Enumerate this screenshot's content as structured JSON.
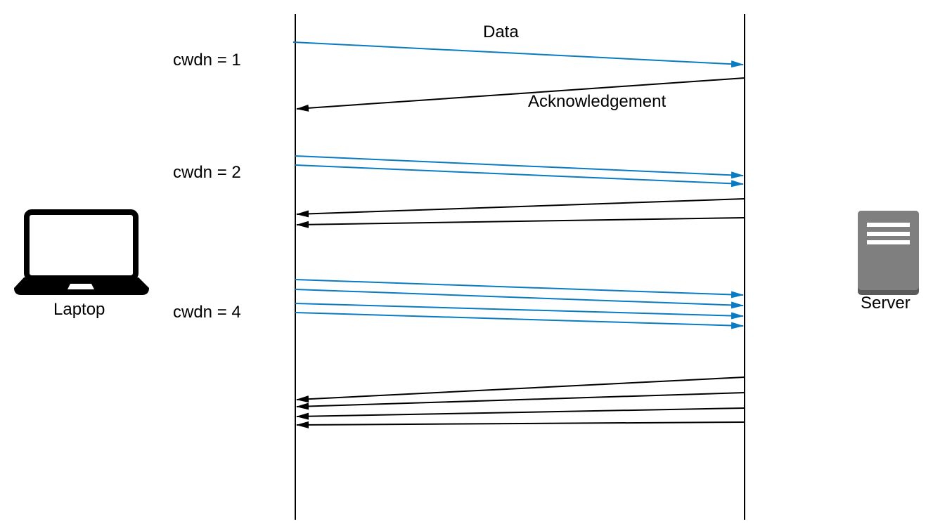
{
  "labels": {
    "data": "Data",
    "acknowledgement": "Acknowledgement",
    "cwnd_1": "cwdn = 1",
    "cwnd_2": "cwdn = 2",
    "cwnd_4": "cwdn = 4",
    "laptop": "Laptop",
    "server": "Server"
  },
  "colors": {
    "data": "#0a7ac2",
    "ack": "#000000",
    "lifeline": "#000000",
    "server_body": "#7f7f7f",
    "server_base": "#5a5a5a",
    "laptop": "#000000"
  },
  "icons": {
    "client": "laptop-icon",
    "server": "server-icon"
  },
  "rounds": [
    {
      "cwnd": 1,
      "data_segments": 1,
      "acknowledgements": 1
    },
    {
      "cwnd": 2,
      "data_segments": 2,
      "acknowledgements": 2
    },
    {
      "cwnd": 4,
      "data_segments": 4,
      "acknowledgements": 4
    }
  ]
}
